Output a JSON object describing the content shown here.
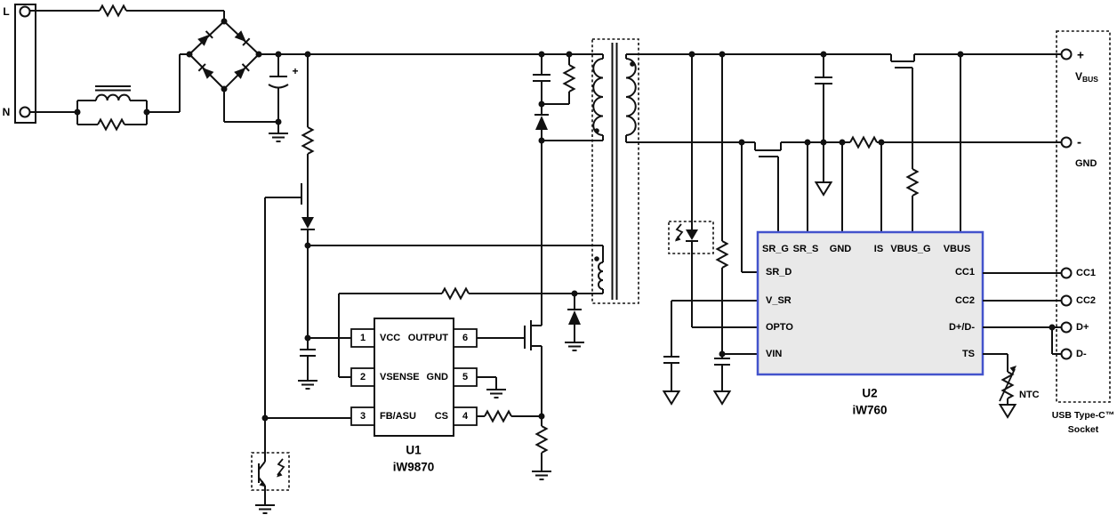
{
  "colors": {
    "wire": "#111111",
    "u2_border": "#4353cc",
    "u2_fill": "#e9e9e9",
    "text": "#000000"
  },
  "input_connector": {
    "line": "L",
    "neutral": "N"
  },
  "bulk_cap_polarity": "+",
  "u1": {
    "ref": "U1",
    "part": "iW9870",
    "pins": {
      "n1": "1",
      "n2": "2",
      "n3": "3",
      "n4": "4",
      "n5": "5",
      "n6": "6",
      "vcc": "VCC",
      "vsense": "VSENSE",
      "fb": "FB/ASU",
      "output": "OUTPUT",
      "gnd": "GND",
      "cs": "CS"
    }
  },
  "u2": {
    "ref": "U2",
    "part": "iW760",
    "top": [
      "SR_G",
      "SR_S",
      "GND",
      "IS",
      "VBUS_G",
      "VBUS"
    ],
    "left": [
      "SR_D",
      "V_SR",
      "OPTO",
      "VIN"
    ],
    "right": [
      "CC1",
      "CC2",
      "D+/D-",
      "TS"
    ]
  },
  "usb": {
    "plus": "+",
    "vbus_main": "V",
    "vbus_sub": "BUS",
    "minus": "-",
    "gnd": "GND",
    "cc1": "CC1",
    "cc2": "CC2",
    "dplus": "D+",
    "dminus": "D-",
    "caption1": "USB Type-C™",
    "caption2": "Socket"
  },
  "ntc": "NTC"
}
